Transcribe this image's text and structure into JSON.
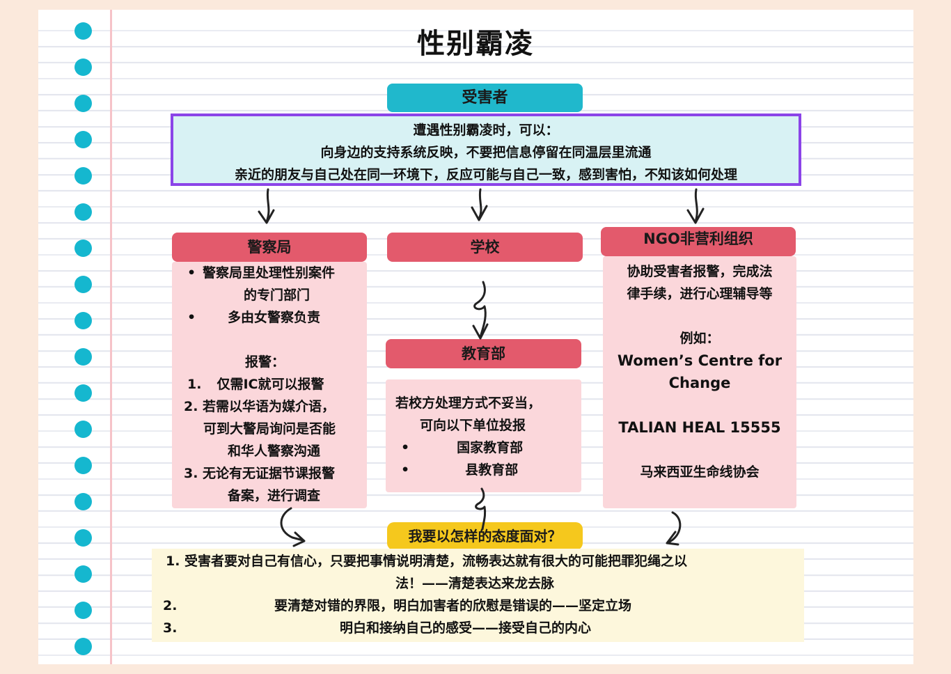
{
  "title": "性别霸凌",
  "victim_label": "受害者",
  "intro_lines": [
    "遭遇性别霸凌时，可以：",
    "向身边的支持系统反映，不要把信息停留在同温层里流通",
    "亲近的朋友与自己处在同一环境下，反应可能与自己一致，感到害怕，不知该如何处理"
  ],
  "police": {
    "label": "警察局",
    "bullets": [
      "警察局里处理性别案件",
      "的专门部门",
      "多由女警察负责"
    ],
    "report_label": "报警：",
    "steps": [
      "仅需IC就可以报警",
      "2. 若需以华语为媒介语，",
      "可到大警局询问是否能",
      "和华人警察沟通",
      "3. 无论有无证据节课报警",
      "备案，进行调查"
    ]
  },
  "school": {
    "label": "学校"
  },
  "education": {
    "label": "教育部",
    "lines": [
      "若校方处理方式不妥当，",
      "可向以下单位投报"
    ],
    "bullets": [
      "国家教育部",
      "县教育部"
    ]
  },
  "ngo": {
    "label": "NGO非营利组织",
    "lines": [
      "协助受害者报警，完成法",
      "律手续，进行心理辅导等"
    ],
    "example_label": "例如：",
    "examples": [
      "Women’s Centre for",
      "Change",
      "TALIAN HEAL 15555",
      "马来西亚生命线协会"
    ]
  },
  "attitude": {
    "question": "我要以怎样的态度面对？",
    "items": [
      "1. 受害者要对自己有信心，只要把事情说明清楚，流畅表达就有很大的可能把罪犯绳之以",
      "法！——清楚表达来龙去脉",
      "要清楚对错的界限，明白加害者的欣慰是错误的——坚定立场",
      "明白和接纳自己的感受——接受自己的内心"
    ],
    "numbers": [
      "2.",
      "3."
    ]
  },
  "colors": {
    "teal": "#20b8cc",
    "purple": "#8b44e8",
    "red": "#e35a6c",
    "pink": "#fbd7db",
    "yellow": "#f5c81d",
    "cream": "#fdf7dc",
    "dot": "#15b7cf"
  }
}
